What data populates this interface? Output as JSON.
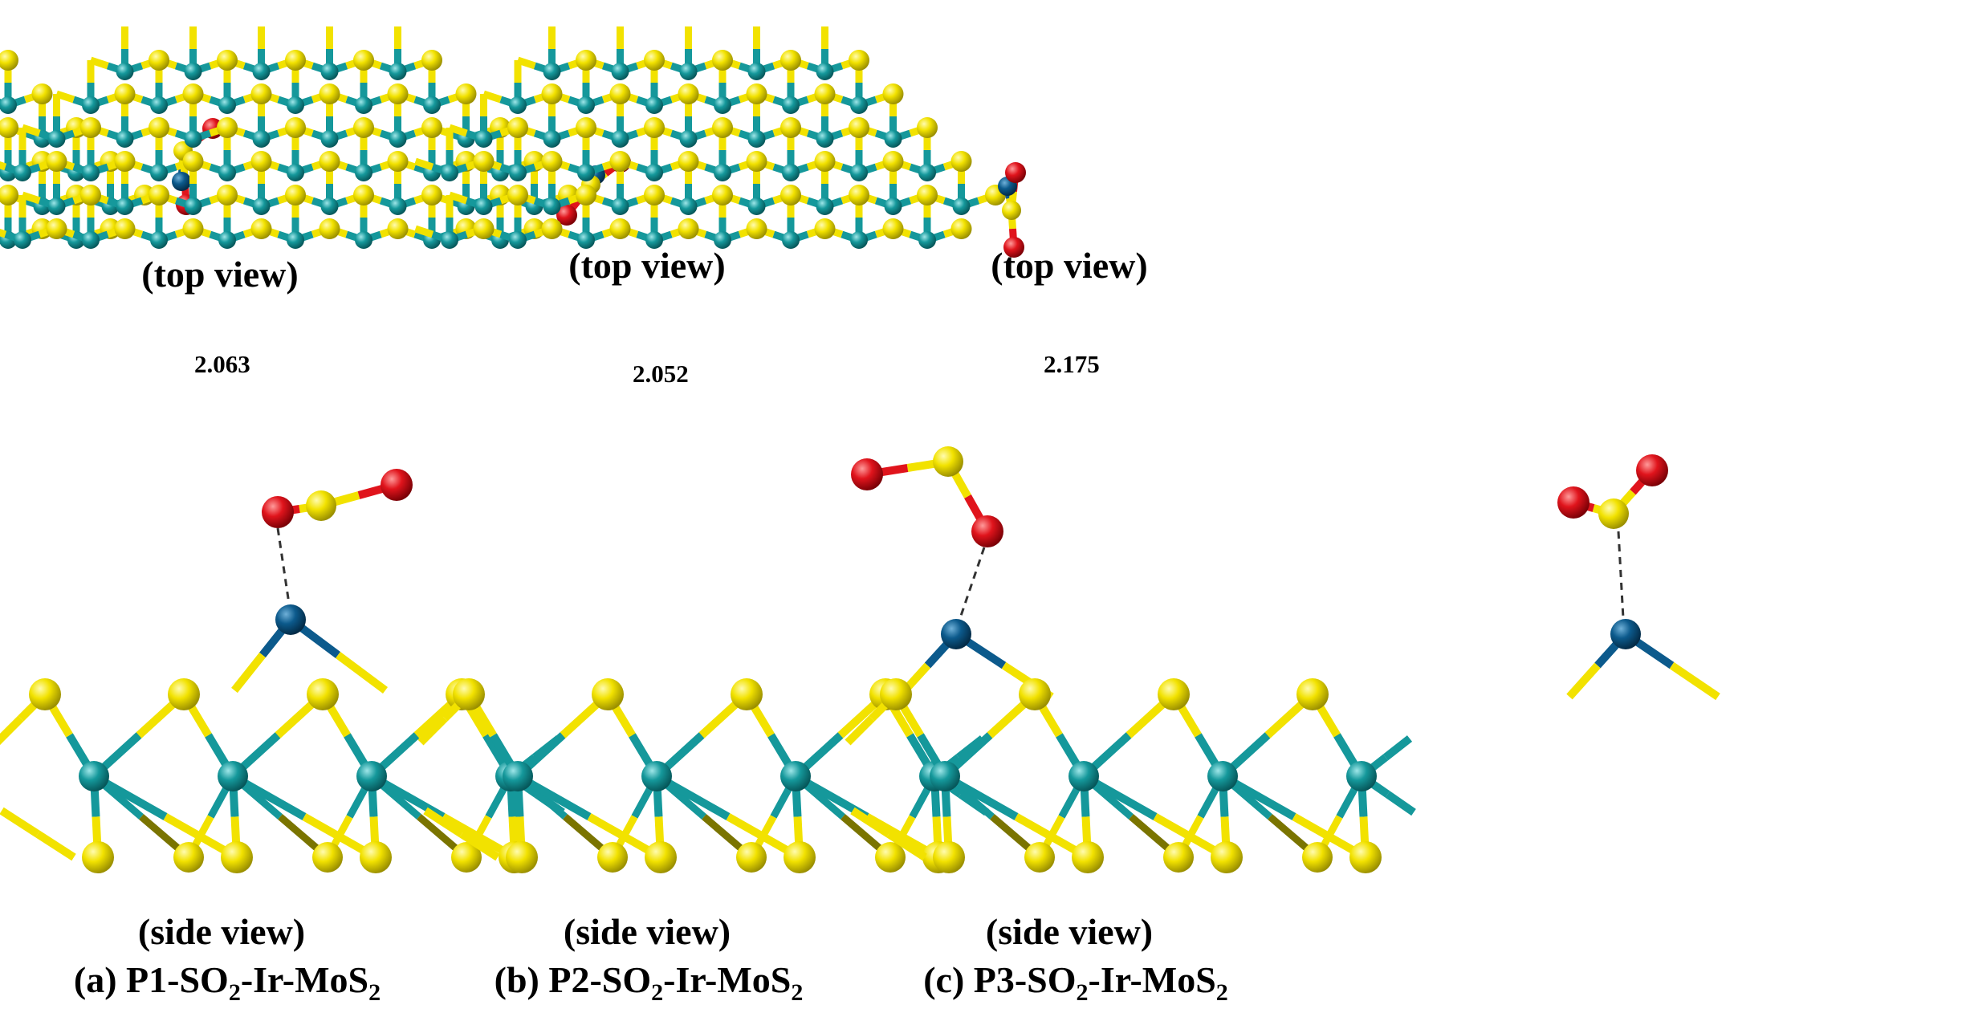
{
  "colors": {
    "sulfur": "#f2e200",
    "molybdenum": "#15989b",
    "oxygen": "#e0141c",
    "iridium": "#0c5a8c",
    "bond_dark": "#7a7400",
    "dashed_bond": "#333333",
    "text": "#000000"
  },
  "panels": [
    {
      "id": "a",
      "top_view_label": "(top view)",
      "side_view_label": "(side view)",
      "distance_label": "2.063",
      "caption": {
        "prefix": "(a) P1-SO",
        "sub1": "2",
        "mid": "-Ir-MoS",
        "sub2": "2"
      }
    },
    {
      "id": "b",
      "top_view_label": "(top view)",
      "side_view_label": "(side view)",
      "distance_label": "2.052",
      "caption": {
        "prefix": "(b) P2-SO",
        "sub1": "2",
        "mid": "-Ir-MoS",
        "sub2": "2"
      }
    },
    {
      "id": "c",
      "top_view_label": "(top view)",
      "side_view_label": "(side view)",
      "distance_label": "2.175",
      "caption": {
        "prefix": "(c) P3-SO",
        "sub1": "2",
        "mid": "-Ir-MoS",
        "sub2": "2"
      }
    }
  ]
}
